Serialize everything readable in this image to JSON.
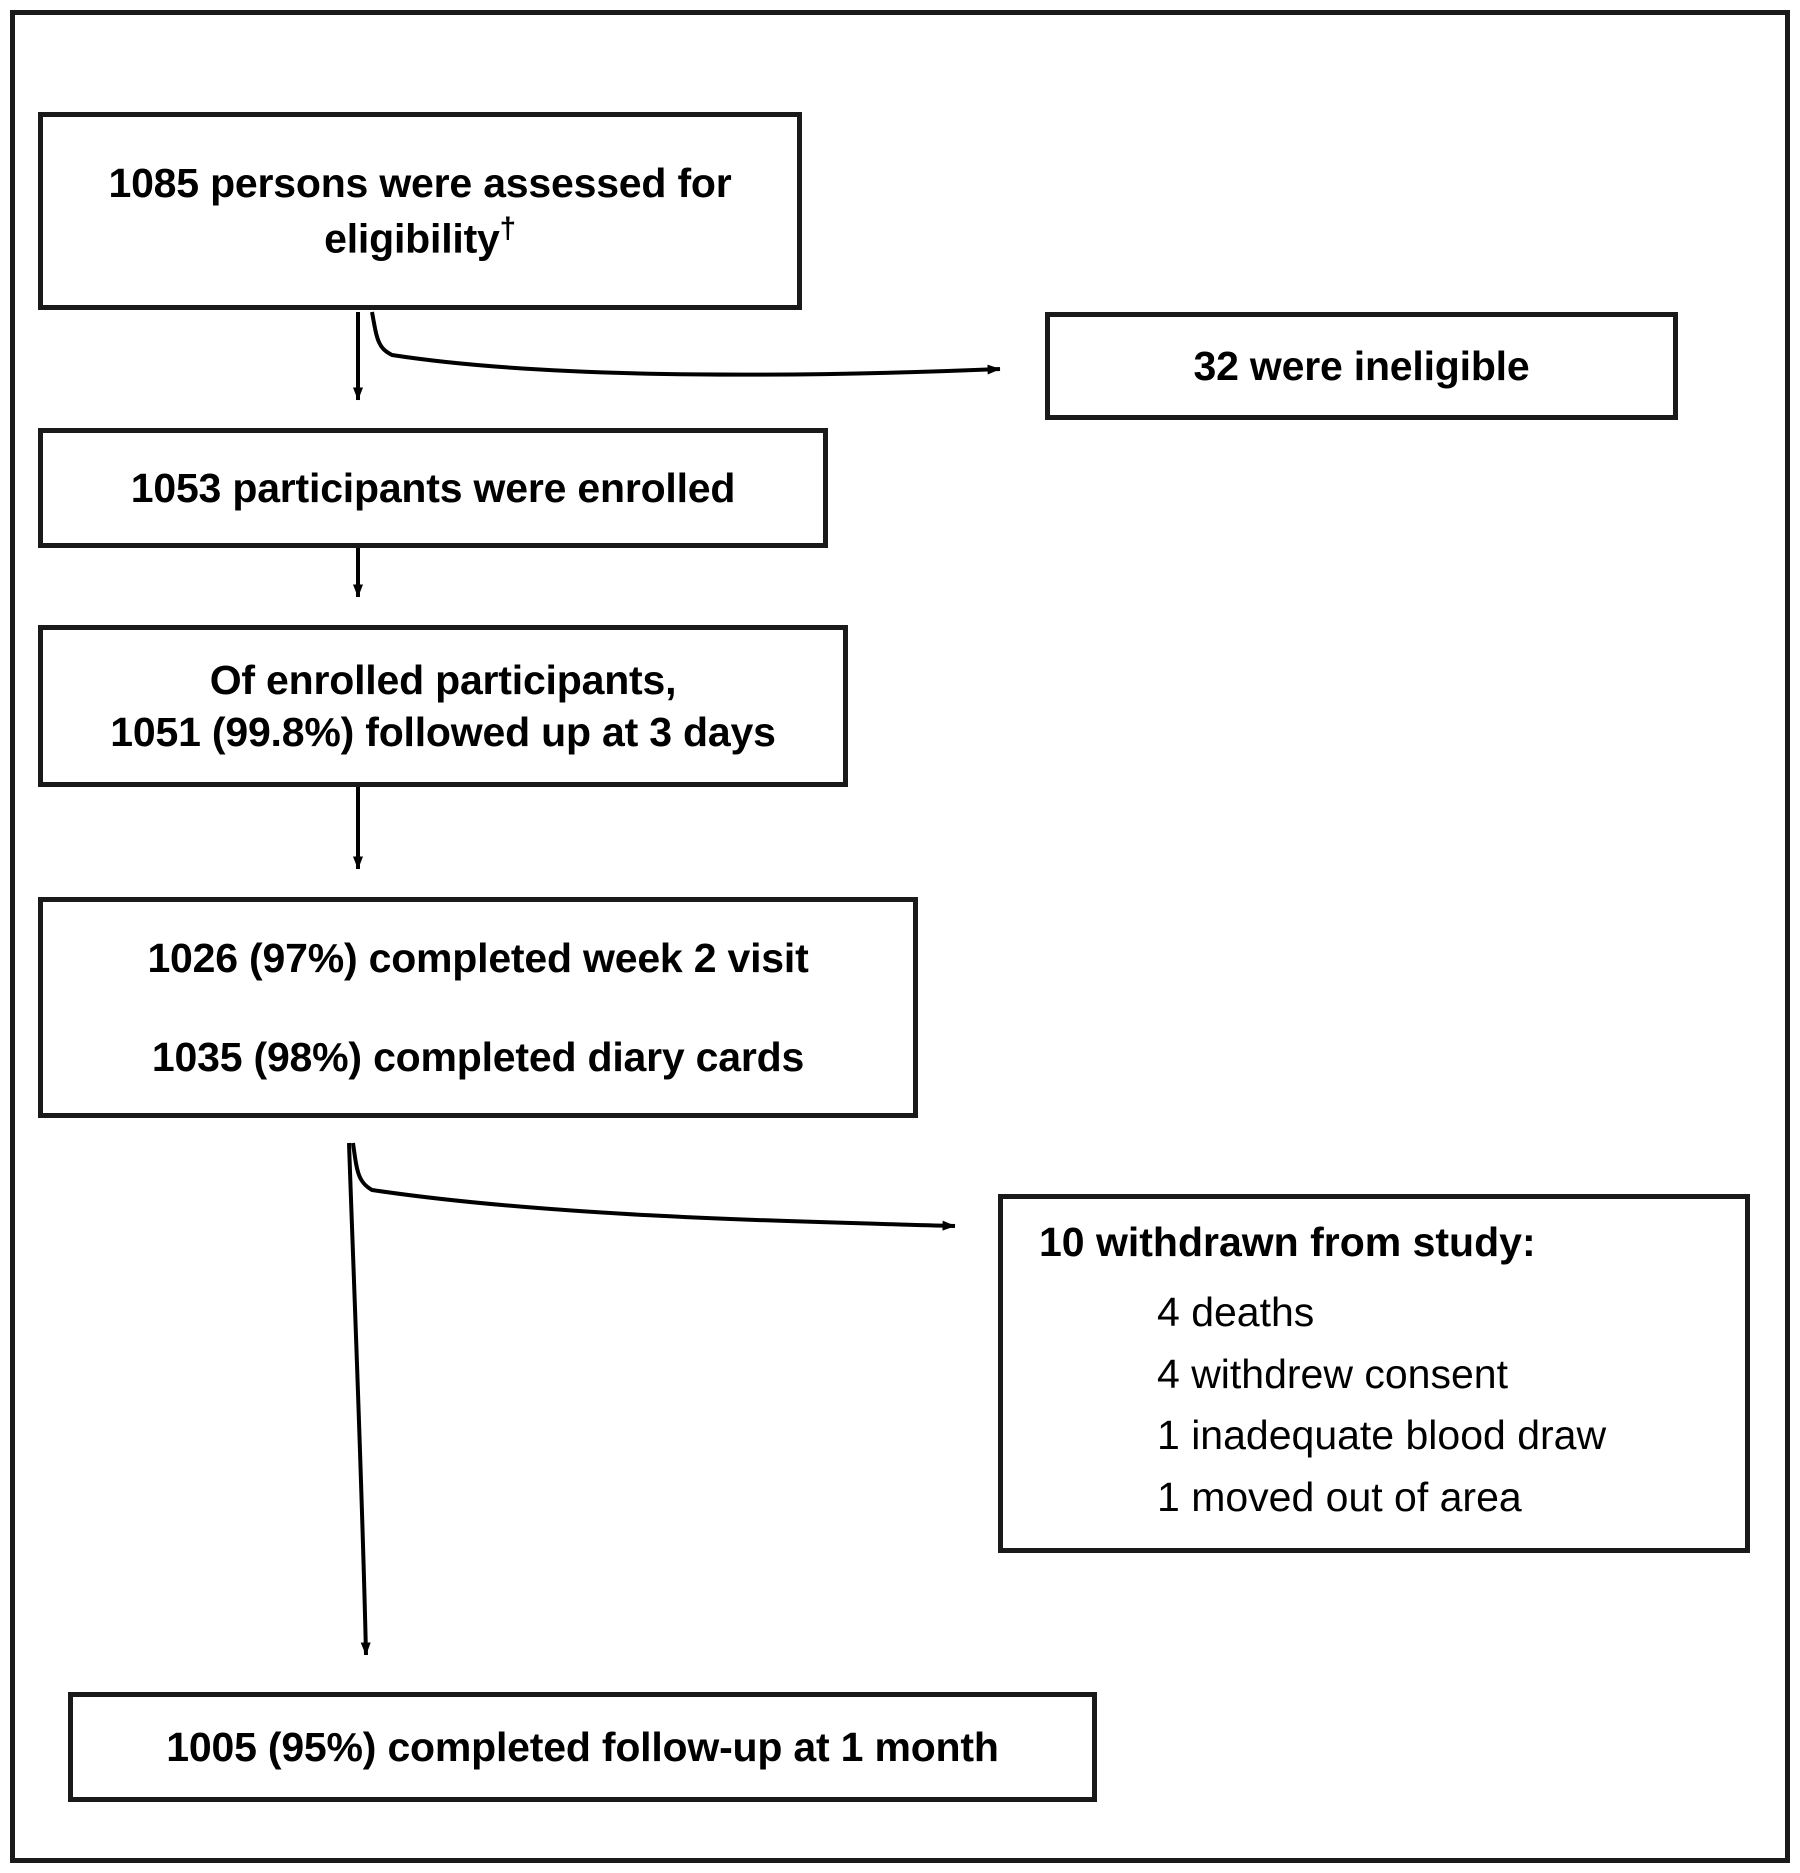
{
  "figure": {
    "type": "CONSORT-style participant flow diagram",
    "frame_color": "#1a1a1a",
    "background": "#ffffff"
  },
  "nodes": {
    "assessed": {
      "line1": "1085 persons were assessed for",
      "line2": "eligibility",
      "footnote_marker": "†"
    },
    "ineligible": {
      "text": "32 were ineligible"
    },
    "enrolled": {
      "text": "1053 participants were enrolled"
    },
    "followup_3days": {
      "line1": "Of enrolled participants,",
      "line2": "1051 (99.8%) followed up at 3 days"
    },
    "week2": {
      "line1": "1026 (97%) completed week 2 visit",
      "line2": "1035 (98%) completed diary cards"
    },
    "withdrawn": {
      "title": "10 withdrawn from study:",
      "items": [
        "4 deaths",
        "4 withdrew consent",
        "1 inadequate blood draw",
        "1 moved out of area"
      ]
    },
    "final": {
      "text": "1005 (95%) completed follow-up at 1 month"
    }
  },
  "chart_data": {
    "type": "flowchart",
    "title": "Participant flow",
    "nodes": [
      {
        "id": "assessed",
        "label": "1085 persons were assessed for eligibility†",
        "count": 1085
      },
      {
        "id": "ineligible",
        "label": "32 were ineligible",
        "count": 32
      },
      {
        "id": "enrolled",
        "label": "1053 participants were enrolled",
        "count": 1053
      },
      {
        "id": "followup3",
        "label": "Of enrolled participants, 1051 (99.8%) followed up at 3 days",
        "count": 1051,
        "percent": 99.8
      },
      {
        "id": "week2visit",
        "label": "1026 (97%) completed week 2 visit",
        "count": 1026,
        "percent": 97
      },
      {
        "id": "diarycards",
        "label": "1035 (98%) completed diary cards",
        "count": 1035,
        "percent": 98
      },
      {
        "id": "withdrawn",
        "label": "10 withdrawn from study",
        "count": 10,
        "breakdown": [
          {
            "label": "deaths",
            "count": 4
          },
          {
            "label": "withdrew consent",
            "count": 4
          },
          {
            "label": "inadequate blood draw",
            "count": 1
          },
          {
            "label": "moved out of area",
            "count": 1
          }
        ]
      },
      {
        "id": "final",
        "label": "1005 (95%) completed follow-up at 1 month",
        "count": 1005,
        "percent": 95
      }
    ],
    "edges": [
      {
        "from": "assessed",
        "to": "enrolled",
        "style": "straight-down-arrow"
      },
      {
        "from": "assessed",
        "to": "ineligible",
        "style": "curved-right-arrow"
      },
      {
        "from": "enrolled",
        "to": "followup3",
        "style": "straight-down-arrow"
      },
      {
        "from": "followup3",
        "to": "week2visit",
        "style": "straight-down-arrow"
      },
      {
        "from": "week2visit",
        "to": "withdrawn",
        "style": "curved-right-arrow"
      },
      {
        "from": "week2visit",
        "to": "final",
        "style": "long-down-arrow"
      }
    ]
  }
}
